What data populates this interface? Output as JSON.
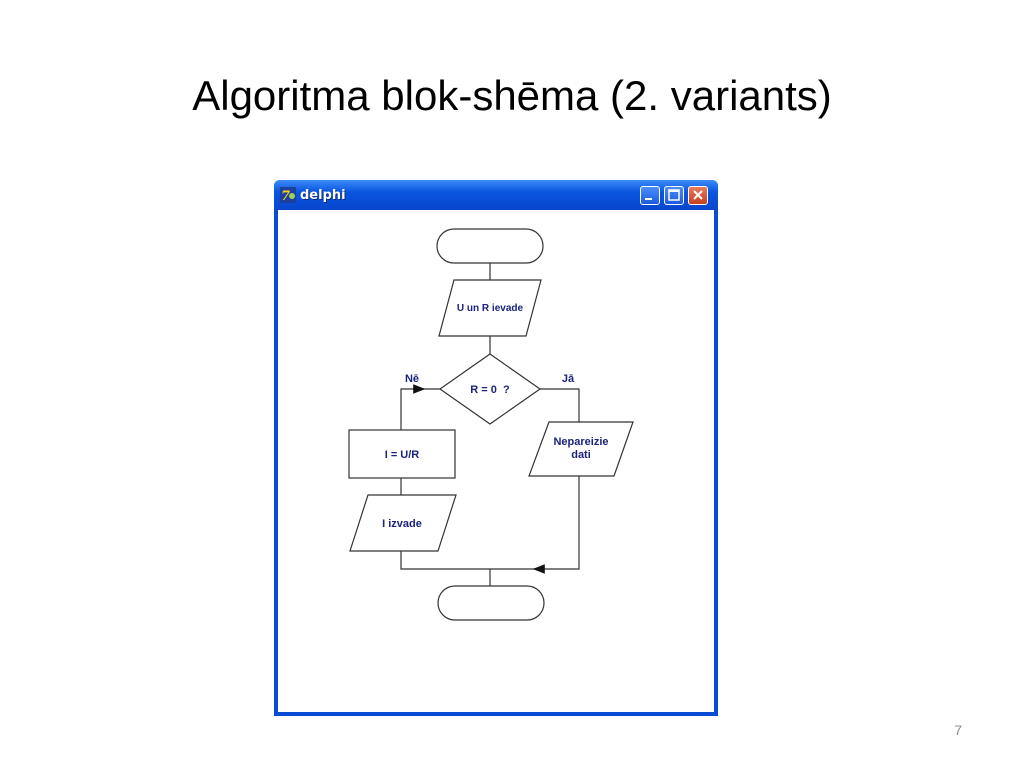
{
  "slide": {
    "title": "Algoritma blok-shēma (2. variants)",
    "page_number": "7"
  },
  "window": {
    "title": "delphi",
    "icon": "delphi-app-icon",
    "controls": [
      "minimize-icon",
      "maximize-icon",
      "close-icon"
    ]
  },
  "flowchart": {
    "start_label": "",
    "input_label": "U un R ievade",
    "decision_label": "R = 0  ?",
    "no_label": "Nē",
    "yes_label": "Jā",
    "calc_label": "I = U/R",
    "output_label": "I izvade",
    "error_line1": "Nepareizie",
    "error_line2": "dati",
    "end_label": ""
  },
  "colors": {
    "titlebar": "#0a55e0",
    "window_border": "#0a4bd6",
    "close_button": "#c4401f",
    "diagram_text": "#1a237e"
  }
}
